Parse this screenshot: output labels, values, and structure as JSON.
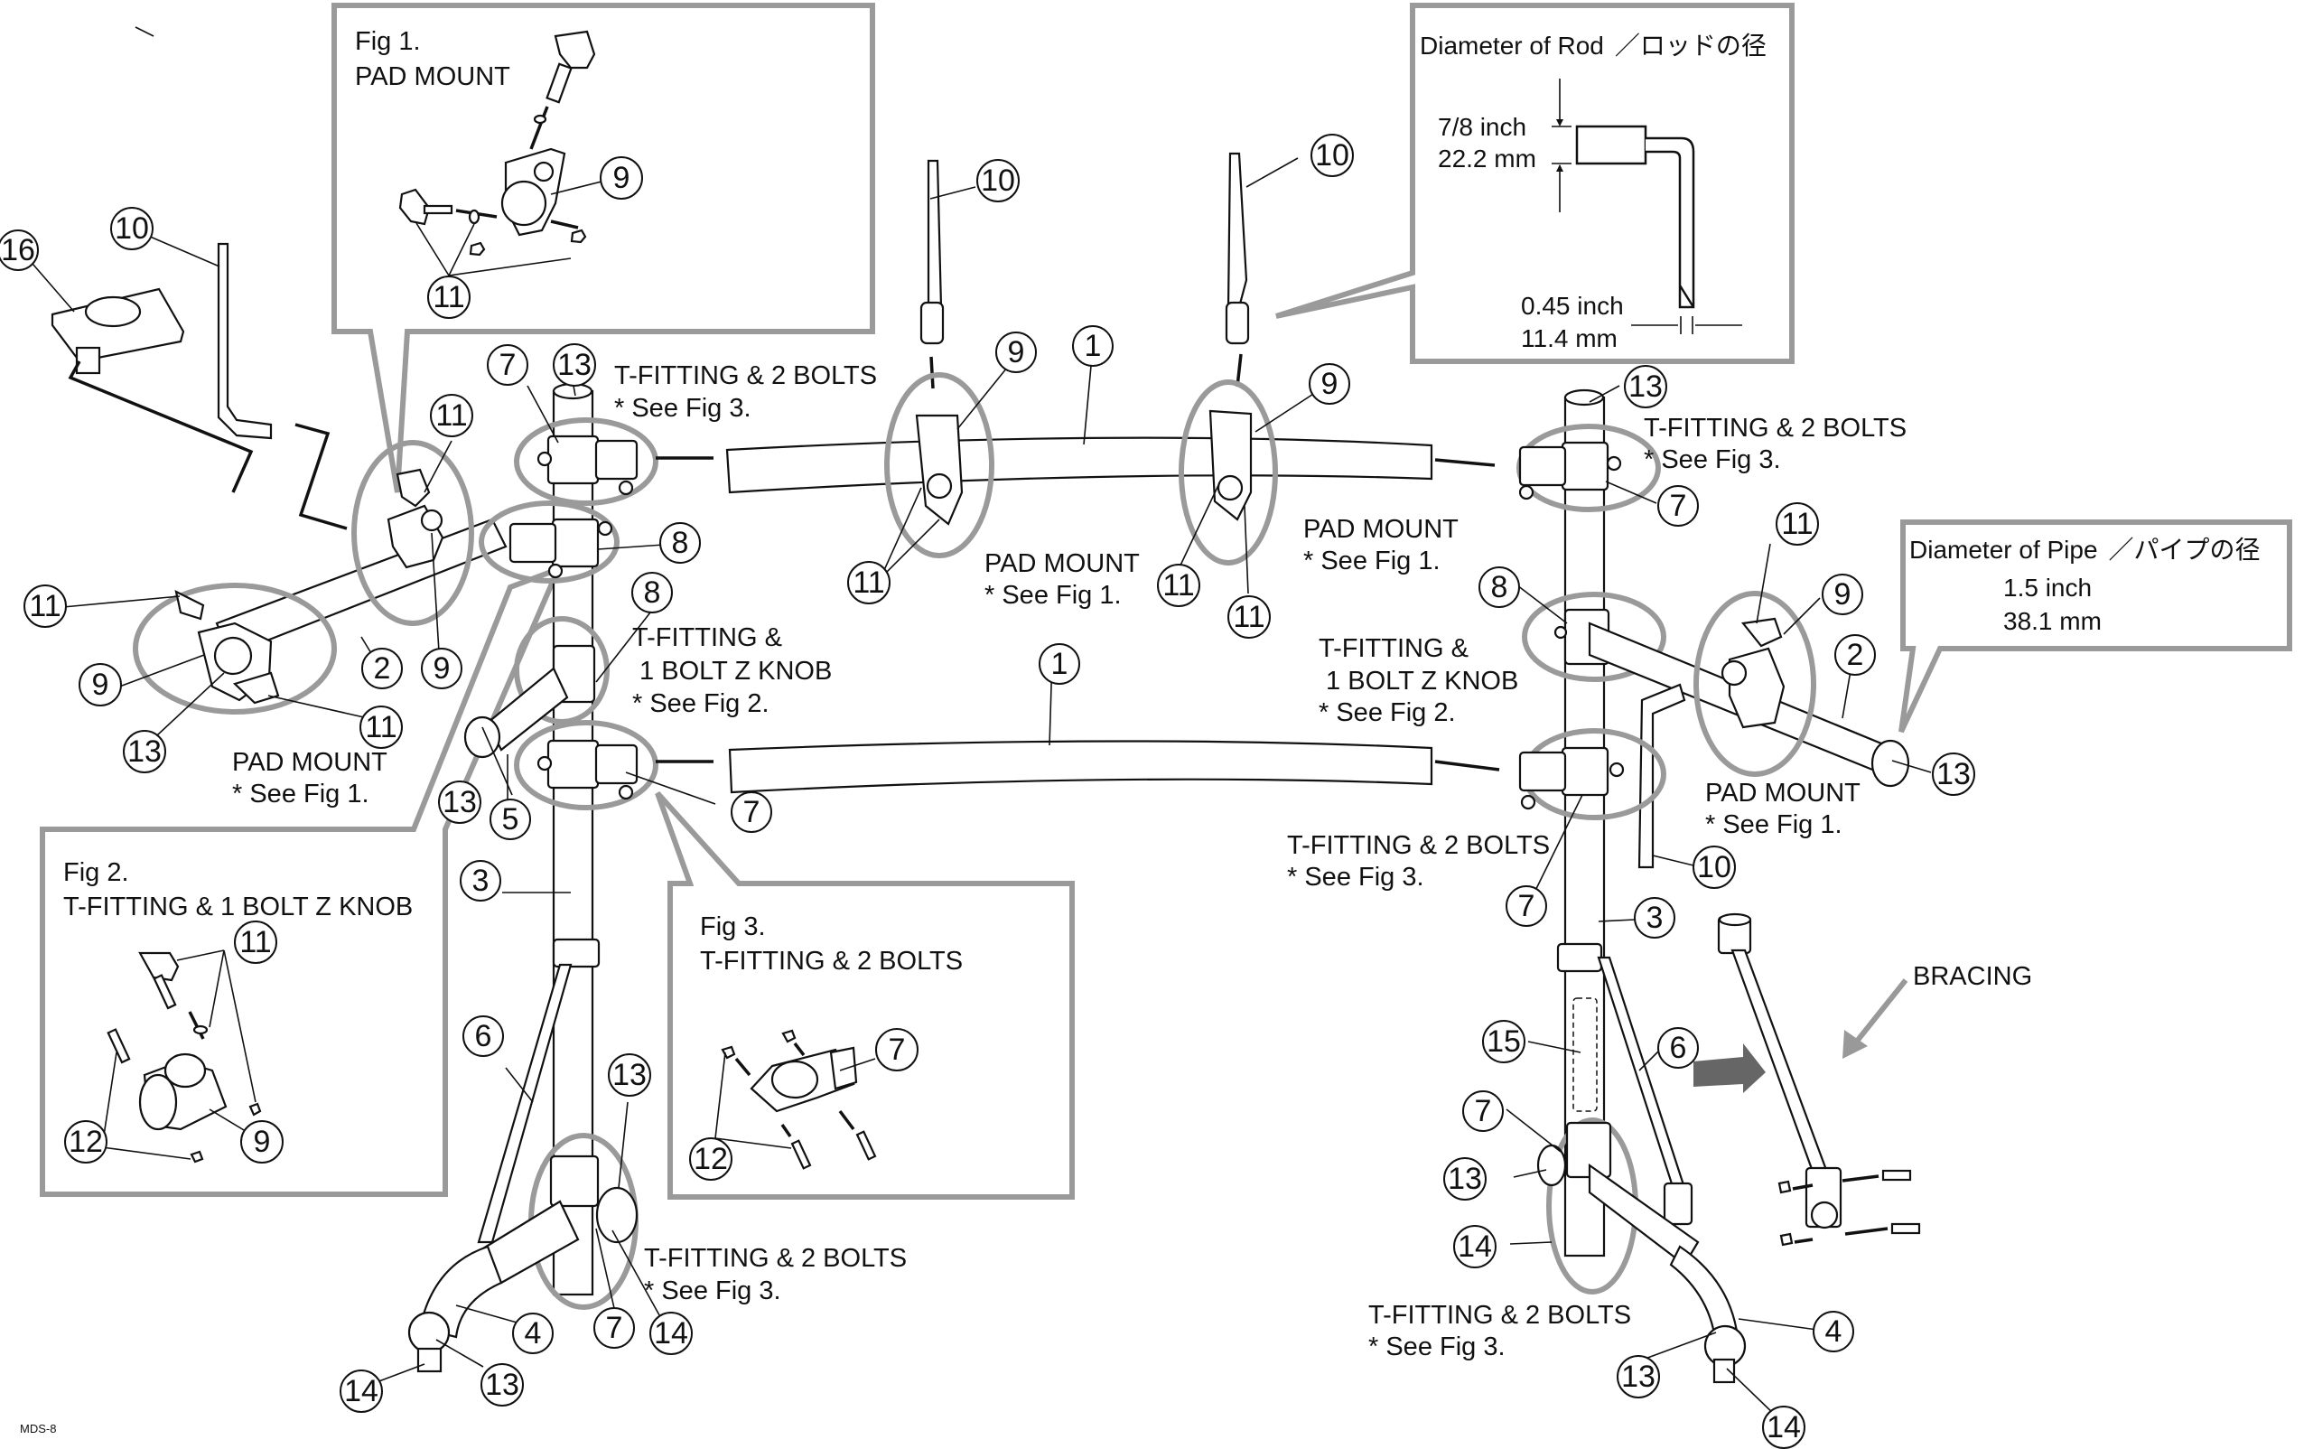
{
  "document": {
    "footer_code": "MDS-8",
    "theme_colors": {
      "panel_border": "#9a9a9a",
      "ink": "#111111",
      "arrow": "#666666"
    }
  },
  "figures": {
    "fig1": {
      "title": "Fig 1.",
      "subtitle": "PAD MOUNT",
      "callouts": [
        "9",
        "11"
      ]
    },
    "fig2": {
      "title": "Fig 2.",
      "subtitle": "T-FITTING & 1 BOLT Z KNOB",
      "callouts": [
        "11",
        "12",
        "9"
      ]
    },
    "fig3": {
      "title": "Fig 3.",
      "subtitle": "T-FITTING & 2 BOLTS",
      "callouts": [
        "7",
        "12"
      ]
    }
  },
  "rod_diameter_box": {
    "title": "Diameter of Rod",
    "title_jp": "／ロッドの径",
    "large_inch": "7/8 inch",
    "large_mm": "22.2 mm",
    "small_inch": "0.45 inch",
    "small_mm": "11.4 mm"
  },
  "pipe_diameter_box": {
    "title": "Diameter of Pipe",
    "title_jp": "／パイプの径",
    "inch": "1.5 inch",
    "mm": "38.1 mm"
  },
  "annotations": {
    "tfit2_line1": "T-FITTING & 2 BOLTS",
    "tfit2_line2": "* See Fig 3.",
    "tfit1_line1": "T-FITTING &",
    "tfit1_line2": " 1 BOLT Z KNOB",
    "tfit1_line3": "* See Fig 2.",
    "pad_line1": "PAD MOUNT",
    "pad_line2": "* See Fig 1.",
    "bracing": "BRACING"
  },
  "callouts": {
    "n1": "1",
    "n2": "2",
    "n3": "3",
    "n4": "4",
    "n5": "5",
    "n6": "6",
    "n7": "7",
    "n8": "8",
    "n9": "9",
    "n10": "10",
    "n11": "11",
    "n12": "12",
    "n13": "13",
    "n14": "14",
    "n15": "15",
    "n16": "16"
  }
}
